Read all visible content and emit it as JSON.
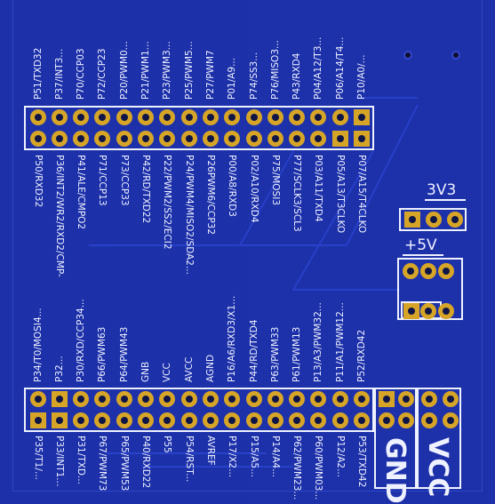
{
  "colors": {
    "board": "#1a2ea8",
    "pad": "#d6a528",
    "silk": "#eef1ff",
    "trace": "#2740c8"
  },
  "top_header": {
    "upper_labels": [
      "P10/A0/...",
      "P06/A14/T4...",
      "P04/A12/T3...",
      "P43/RXD4",
      "P76/MISO3...",
      "P74/SS3...",
      "P01/A9...",
      "P27/PWM7",
      "P25/PWM5...",
      "P23/PWM3...",
      "P21/PWM1...",
      "P20/PWM0...",
      "P72/CCP23",
      "P70/CCP03",
      "P37/INT3...",
      "P51/TXD32"
    ],
    "lower_labels": [
      "P07/A15/T4CLKO",
      "P05/A13/T3CLKO",
      "P03/A11/TXD4",
      "P77/SCLK3/SCL3",
      "P75/MOSI3",
      "P02/A10/RXD4",
      "P00/A8/RXD3",
      "P26PWM6/CCP32",
      "P24/PWM4/MISO2/SDA2...",
      "P22/PWM2/SS2/ECI2",
      "P42/RD/TXD22",
      "P73/CCP33",
      "P71/CCP13",
      "P41/ALE/CMPO2",
      "P36/INT2/WR2/RXD2/CMP-",
      "P50/RXD32"
    ]
  },
  "bottom_header": {
    "upper_labels": [
      "P52/RXD42",
      "P11/A1/PWM12...",
      "P13/A3/PWM32...",
      "P61/PWM13",
      "P63/PWM33",
      "P44/RD/TXD4",
      "P16/A6/RXD3/X1...",
      "AGND",
      "AVCC",
      "VCC",
      "GNB",
      "P64/PWM43",
      "P66/PWM63",
      "P30/RXD/CCP34...",
      "P32...",
      "P34/T0/MOSI4..."
    ],
    "lower_labels": [
      "P53/TXD42",
      "P12/A2...",
      "P60/PWM03...",
      "P62/PWM23...",
      "P14/A4...",
      "P15/A5...",
      "P17/X2...",
      "AVREF",
      "P54/RST...",
      "P55",
      "P40/RXD22",
      "P65/PWM53",
      "P67/PWM73",
      "P31/TXD...",
      "P33/INT1...",
      "P35/T1/..."
    ]
  },
  "power": {
    "label_3v3": "3V3",
    "label_5v": "+5V",
    "gnd": "GND",
    "vcc": "VCC"
  }
}
